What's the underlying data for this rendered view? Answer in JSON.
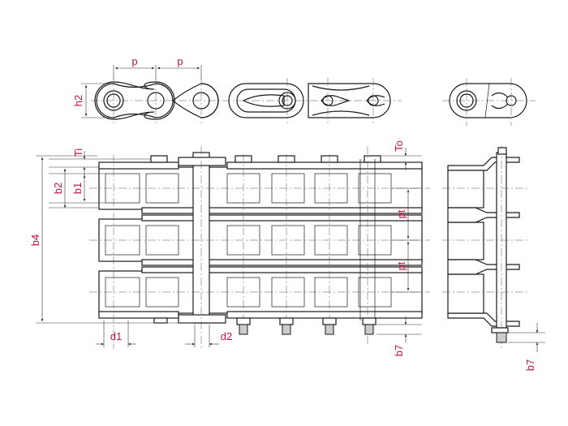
{
  "colors": {
    "label": "#c0143c",
    "line": "#1a1a1a",
    "shaded": "#cccccc"
  },
  "labels": {
    "pitch_1": "p",
    "pitch_2": "p",
    "h2": "h2",
    "ti": "Ti",
    "b2": "b2",
    "b1": "b1",
    "b4": "b4",
    "d1": "d1",
    "d2": "d2",
    "to": "To",
    "pt_1": "pt",
    "pt_2": "pt",
    "b7_main": "b7",
    "b7_side": "b7"
  }
}
